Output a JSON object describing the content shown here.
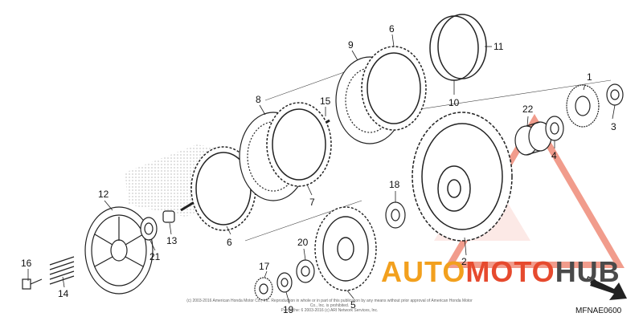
{
  "diagram": {
    "part_labels": {
      "p1": "1",
      "p2": "2",
      "p3": "3",
      "p4": "4",
      "p5": "5",
      "p6a": "6",
      "p6b": "6",
      "p7": "7",
      "p8": "8",
      "p9": "9",
      "p10": "10",
      "p11": "11",
      "p12": "12",
      "p13": "13",
      "p14": "14",
      "p15": "15",
      "p16": "16",
      "p17": "17",
      "p18": "18",
      "p19": "19",
      "p20": "20",
      "p21": "21",
      "p22": "22"
    },
    "direction_label": "FR.",
    "diagram_code": "MFNAE0600",
    "copyright_line1": "(c) 2003-2016 American Honda Motor Co., Inc. Reproduction in whole or in part of this publication by any means without prior approval of American Honda Motor Co., Inc. is prohibited.",
    "copyright_line2": "Partsfiche: 6 2003-2016 (c) ARI Network Services, Inc.",
    "line_color": "#222222",
    "watermark_color": "#e64a2e"
  },
  "watermark": {
    "part1": "AUTO",
    "part2": "MOTO",
    "part3": "HUB",
    "colors": {
      "auto": "#f2a01e",
      "moto": "#e64a2e",
      "hub": "#4a4a4a"
    }
  }
}
